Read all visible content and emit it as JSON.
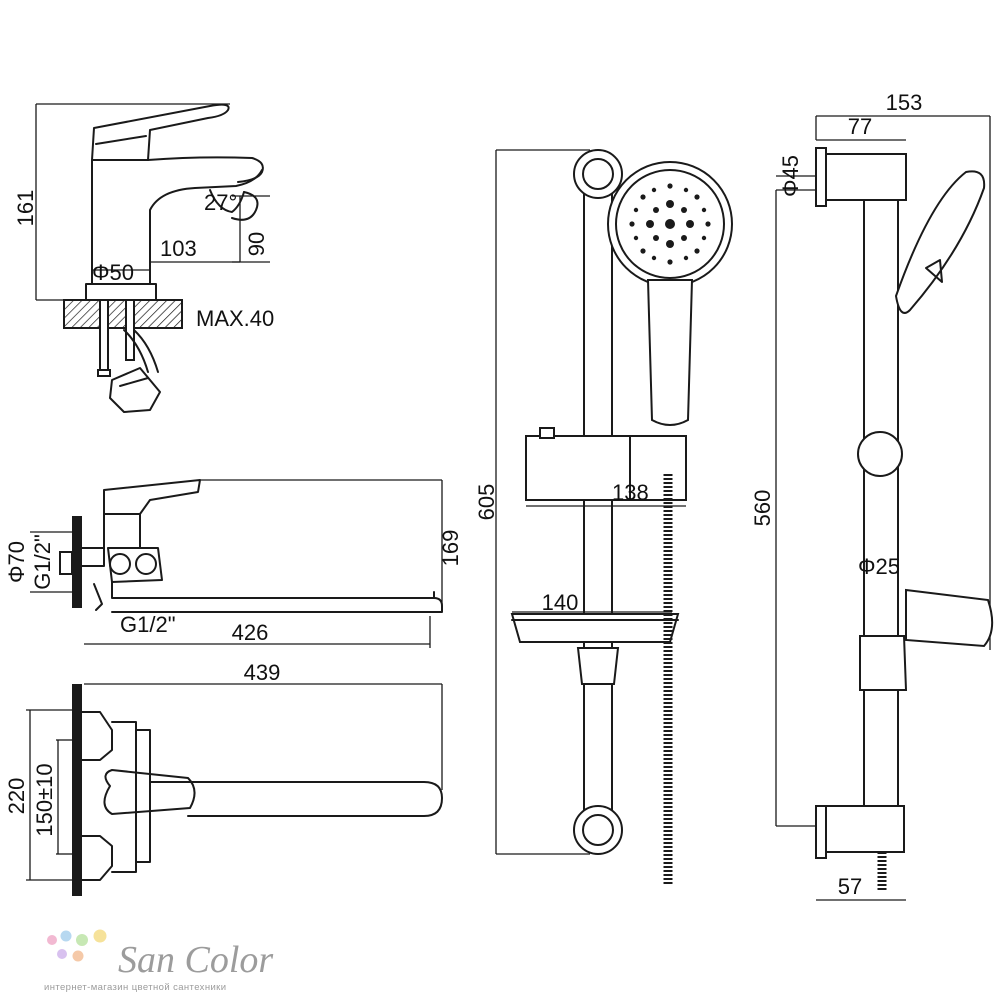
{
  "dimensions": {
    "basin_height": "161",
    "basin_angle": "27°",
    "basin_spout_reach": "103",
    "basin_spout_height": "90",
    "basin_base_diameter": "Φ50",
    "basin_max_thickness": "MAX.40",
    "bath_flange": "Φ70",
    "bath_inlet_thread": "G1/2\"",
    "bath_outlet_thread": "G1/2\"",
    "bath_height": "169",
    "bath_spout_length": "426",
    "bath_total_length": "439",
    "bath_total_height": "220",
    "bath_centers": "150±10",
    "rail_total_height": "605",
    "rail_slider_width": "138",
    "rail_shelf_width": "140",
    "side_total_depth": "153",
    "side_holder_depth": "77",
    "side_wall_diameter": "Φ45",
    "side_height": "560",
    "side_rail_diameter": "Φ25",
    "side_bracket_depth": "57"
  },
  "brand": {
    "name": "San Color",
    "tagline": "интернет-магазин цветной сантехники",
    "dot_colors": [
      "#f2b9d2",
      "#b7d8f0",
      "#c7e8b4",
      "#f6e29a",
      "#d8c1ef",
      "#f5c9a8"
    ]
  }
}
